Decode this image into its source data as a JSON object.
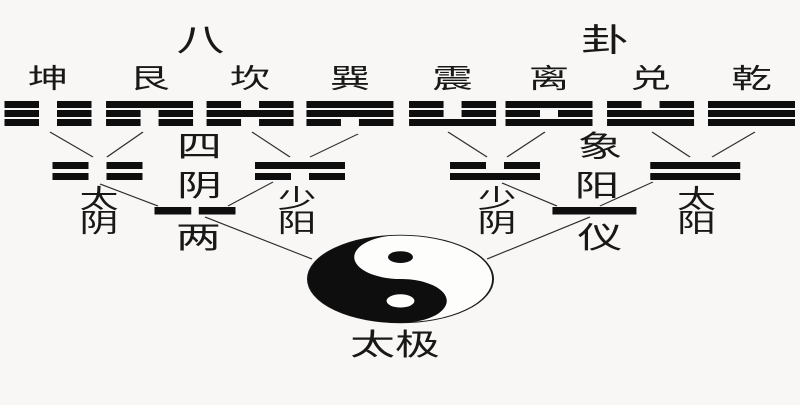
{
  "colors": {
    "background": "#f8f7f5",
    "ink": "#0e0e0e",
    "line": "#2e2e2e"
  },
  "title": {
    "word": "八卦",
    "chars": [
      "八",
      "卦"
    ]
  },
  "trigrams": [
    {
      "name": "坤",
      "lines": [
        "broken",
        "broken",
        "broken"
      ]
    },
    {
      "name": "艮",
      "lines": [
        "solid",
        "broken",
        "broken"
      ]
    },
    {
      "name": "坎",
      "lines": [
        "broken",
        "solid",
        "broken"
      ]
    },
    {
      "name": "巽",
      "lines": [
        "solid",
        "solid",
        "broken"
      ]
    },
    {
      "name": "震",
      "lines": [
        "broken",
        "broken",
        "solid"
      ]
    },
    {
      "name": "离",
      "lines": [
        "solid",
        "broken",
        "solid"
      ]
    },
    {
      "name": "兑",
      "lines": [
        "broken",
        "solid",
        "solid"
      ]
    },
    {
      "name": "乾",
      "lines": [
        "solid",
        "solid",
        "solid"
      ]
    }
  ],
  "four_images": {
    "word": "四象",
    "chars": [
      "四",
      "象"
    ],
    "items": [
      {
        "name": "太阴",
        "lines": [
          "broken",
          "broken"
        ]
      },
      {
        "name": "少阳",
        "lines": [
          "solid",
          "broken"
        ]
      },
      {
        "name": "少阴",
        "lines": [
          "broken",
          "solid"
        ]
      },
      {
        "name": "太阳",
        "lines": [
          "solid",
          "solid"
        ]
      }
    ]
  },
  "two_forms": {
    "word": "两仪",
    "chars": [
      "两",
      "仪"
    ],
    "items": [
      {
        "name": "阴",
        "line": "broken"
      },
      {
        "name": "阳",
        "line": "solid"
      }
    ]
  },
  "taiji": {
    "label": "太极"
  }
}
